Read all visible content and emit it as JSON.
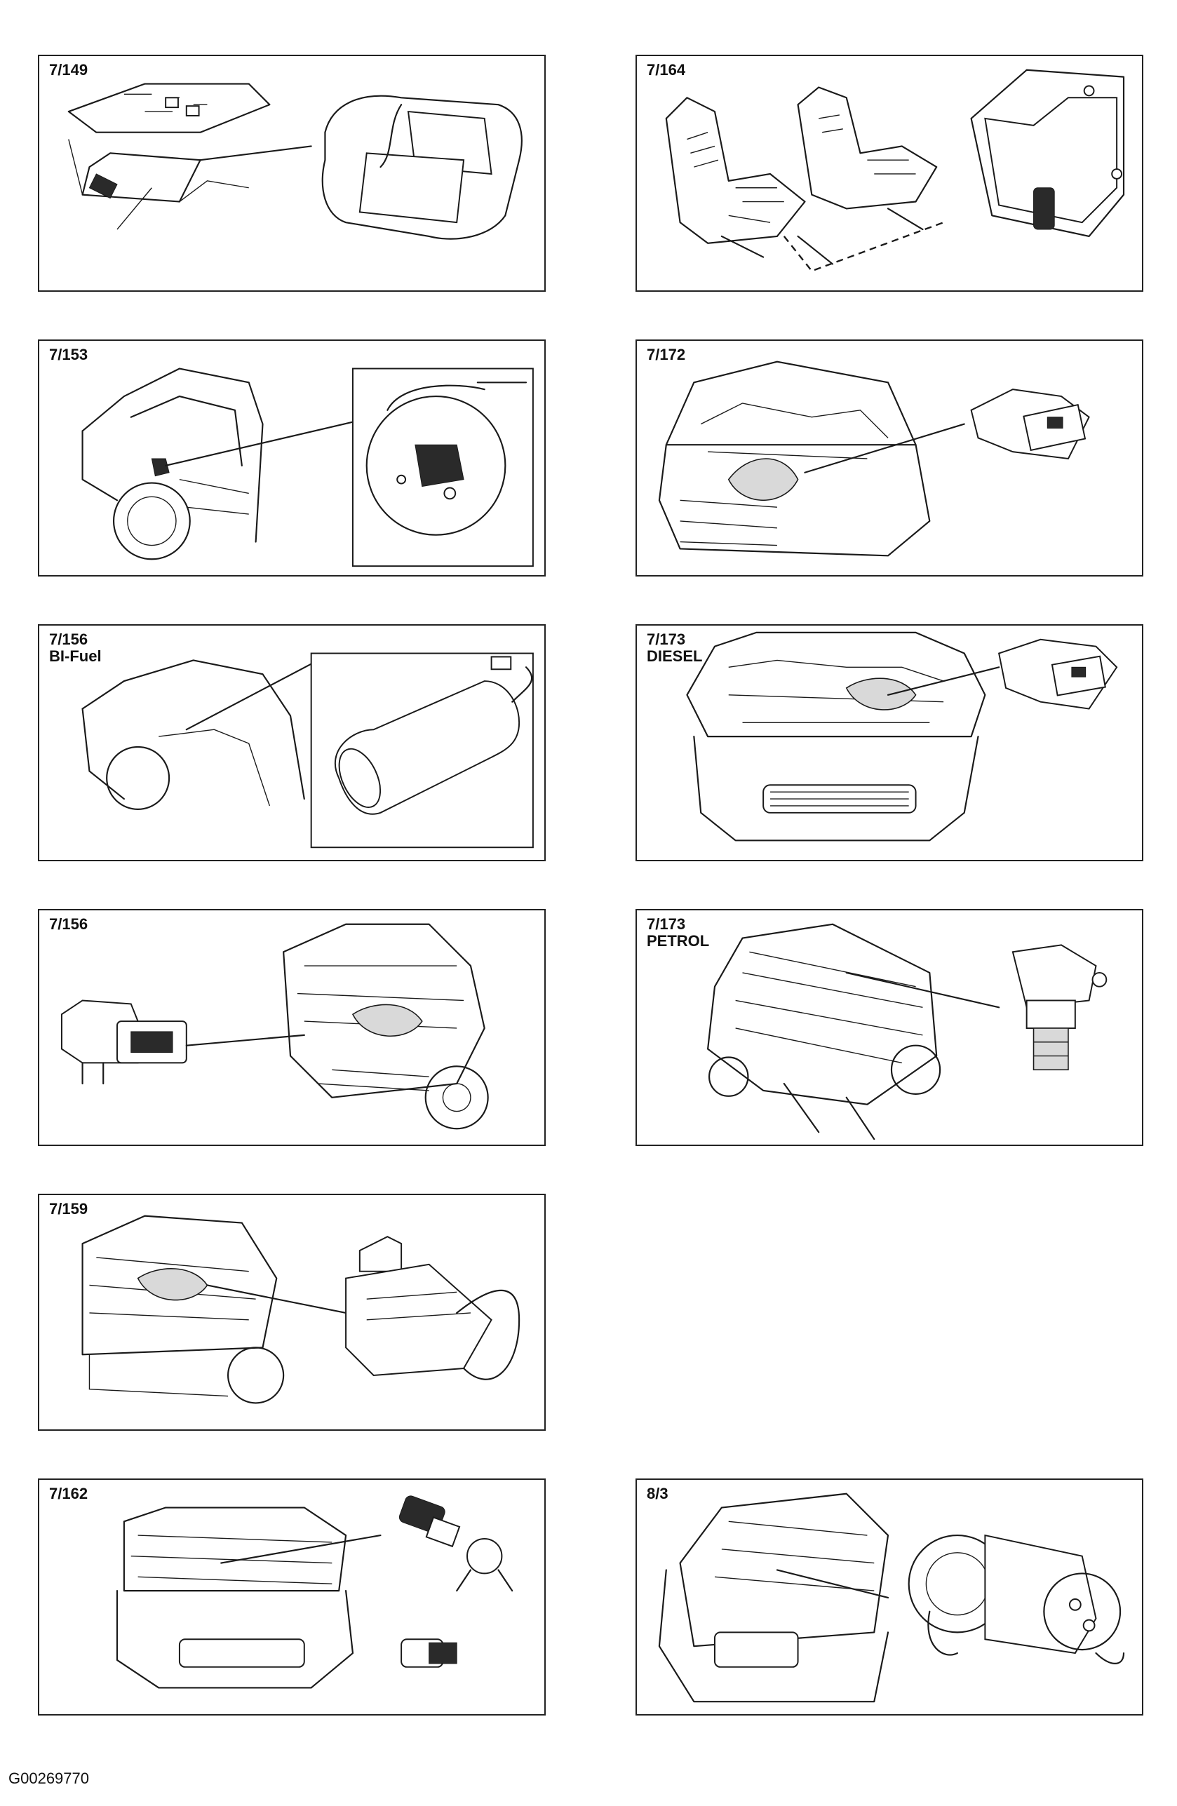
{
  "panels": [
    {
      "id": "p7-149",
      "label": "7/149",
      "sublabel": ""
    },
    {
      "id": "p7-164",
      "label": "7/164",
      "sublabel": ""
    },
    {
      "id": "p7-153",
      "label": "7/153",
      "sublabel": ""
    },
    {
      "id": "p7-172",
      "label": "7/172",
      "sublabel": ""
    },
    {
      "id": "p7-156-bifuel",
      "label": "7/156",
      "sublabel": "BI-Fuel"
    },
    {
      "id": "p7-173-diesel",
      "label": "7/173",
      "sublabel": "DIESEL"
    },
    {
      "id": "p7-156",
      "label": "7/156",
      "sublabel": ""
    },
    {
      "id": "p7-173-petrol",
      "label": "7/173",
      "sublabel": "PETROL"
    },
    {
      "id": "p7-159",
      "label": "7/159",
      "sublabel": ""
    },
    {
      "id": "p7-162",
      "label": "7/162",
      "sublabel": ""
    },
    {
      "id": "p8-3",
      "label": "8/3",
      "sublabel": ""
    }
  ],
  "footer": {
    "code": "G00269770"
  }
}
